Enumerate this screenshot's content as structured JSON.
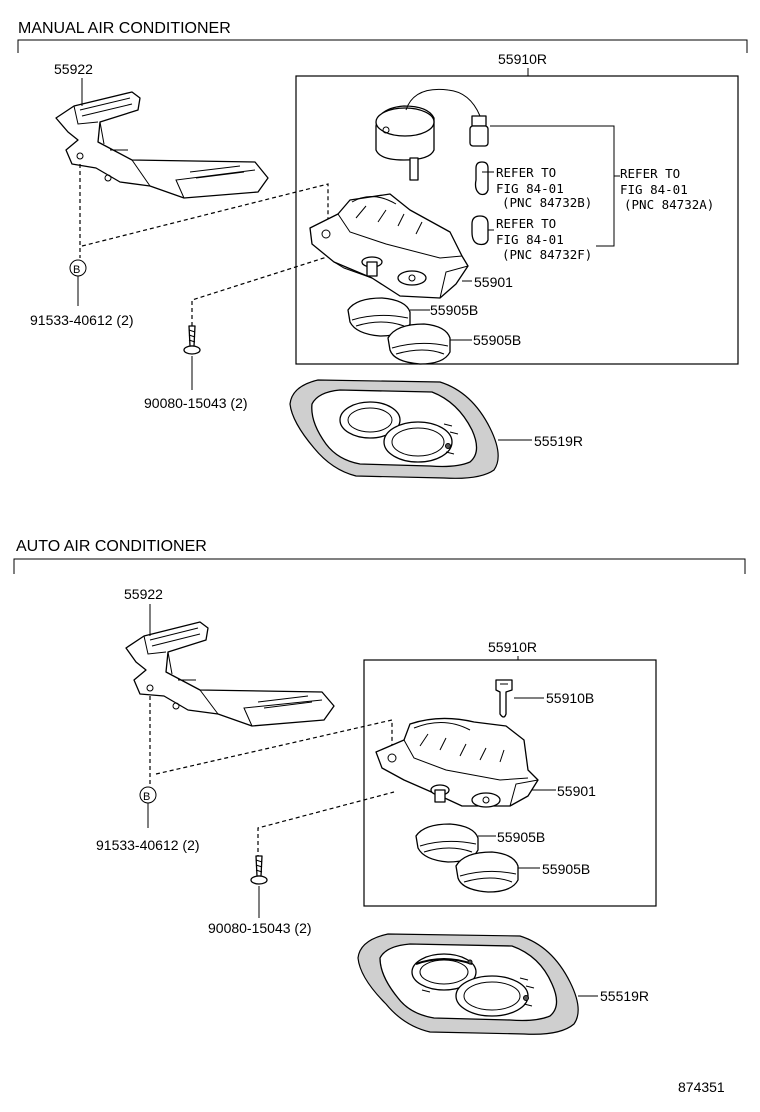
{
  "sections": {
    "manual": {
      "title": "MANUAL AIR CONDITIONER",
      "labels": {
        "bracket": "55922",
        "control_assy": "55910R",
        "refer_1_line1": "REFER TO",
        "refer_1_line2": "FIG 84-01",
        "refer_1_line3": "(PNC 84732B)",
        "refer_2_line1": "REFER TO",
        "refer_2_line2": "FIG 84-01",
        "refer_2_line3": "(PNC 84732F)",
        "refer_3_line1": "REFER TO",
        "refer_3_line2": "FIG 84-01",
        "refer_3_line3": "(PNC 84732A)",
        "housing": "55901",
        "knob_1": "55905B",
        "knob_2": "55905B",
        "panel": "55519R",
        "bolt": "91533-40612 (2)",
        "screw": "90080-15043 (2)",
        "callout_b": "B"
      }
    },
    "auto": {
      "title": "AUTO AIR CONDITIONER",
      "labels": {
        "bracket": "55922",
        "control_assy": "55910R",
        "bulb": "55910B",
        "housing": "55901",
        "knob_1": "55905B",
        "knob_2": "55905B",
        "panel": "55519R",
        "bolt": "91533-40612 (2)",
        "screw": "90080-15043 (2)",
        "callout_b": "B"
      }
    }
  },
  "figure_number": "874351"
}
